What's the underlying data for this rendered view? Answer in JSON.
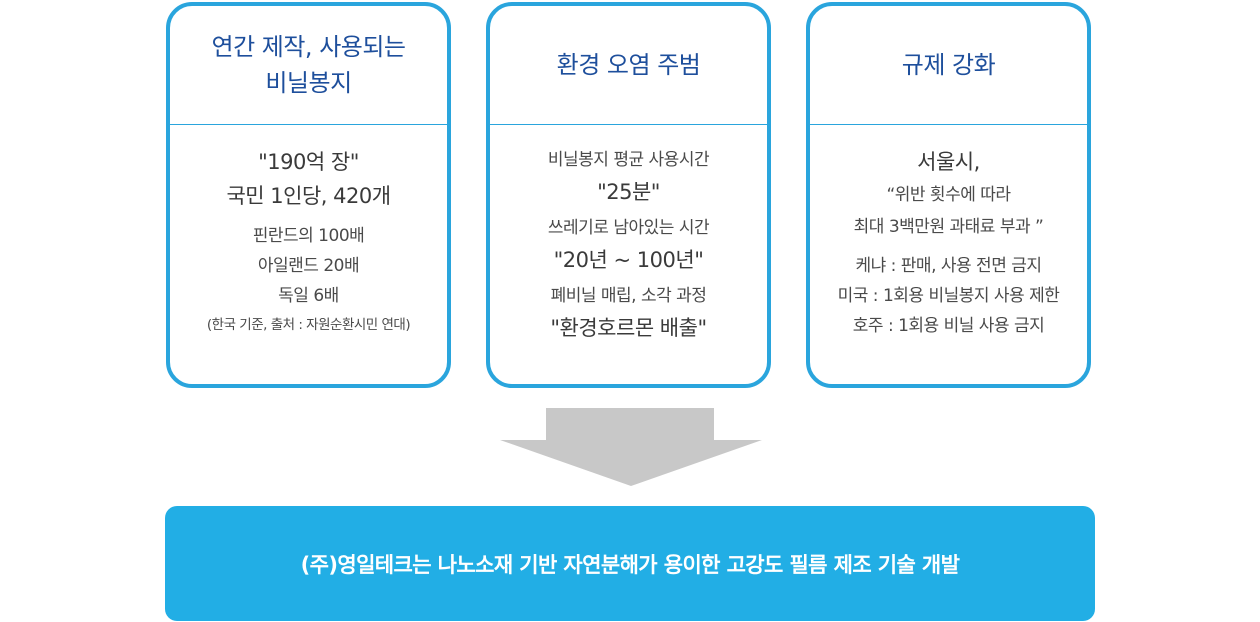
{
  "colors": {
    "border": "#2aa5dd",
    "title": "#1e4f9c",
    "arrow": "#c8c8c8",
    "banner": "#22aee5",
    "banner_text": "#ffffff"
  },
  "cards": [
    {
      "title": "연간 제작, 사용되는\n비닐봉지",
      "lines": [
        "\"190억 장\"",
        "국민 1인당, 420개",
        "핀란드의 100배",
        "아일랜드 20배",
        "독일 6배",
        "(한국 기준, 출처 : 자원순환시민 연대)"
      ]
    },
    {
      "title": "환경 오염 주범",
      "lines": [
        "비닐봉지 평균 사용시간",
        "\"25분\"",
        "쓰레기로 남아있는 시간",
        "\"20년 ~ 100년\"",
        "폐비닐 매립, 소각 과정",
        "\"환경호르몬 배출\""
      ]
    },
    {
      "title": "규제 강화",
      "lines": [
        "서울시,",
        "“위반 횟수에 따라",
        "최대 3백만원 과태료 부과 ”",
        "케냐 : 판매, 사용 전면 금지",
        "미국 : 1회용 비닐봉지 사용 제한",
        "호주 : 1회용 비닐 사용 금지"
      ]
    }
  ],
  "arrow_icon": "down-arrow",
  "banner": {
    "text": "(주)영일테크는 나노소재 기반 자연분해가 용이한 고강도 필름 제조 기술 개발"
  }
}
